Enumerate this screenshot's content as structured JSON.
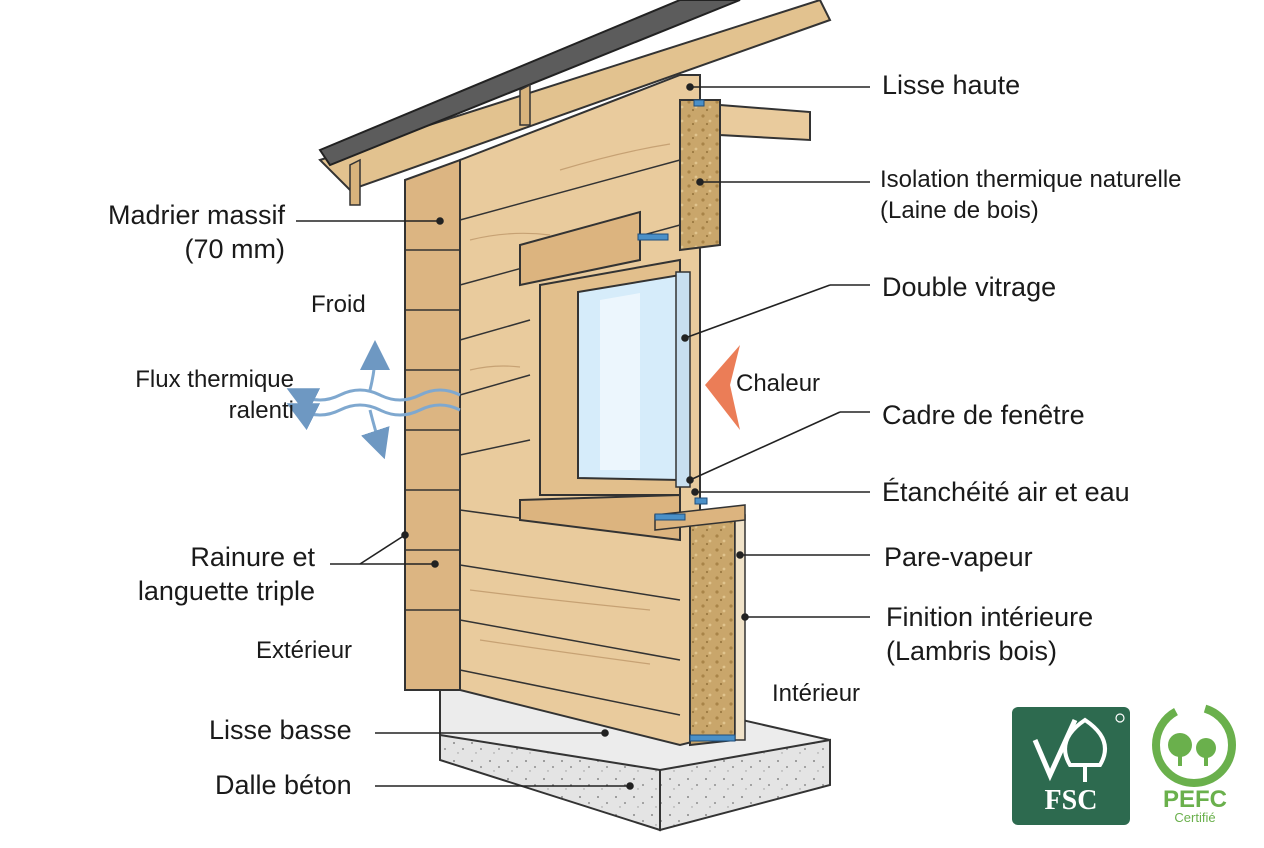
{
  "labels": {
    "lisse_haute": "Lisse haute",
    "isolation_l1": "Isolation thermique naturelle",
    "isolation_l2": "(Laine de bois)",
    "double_vitrage": "Double vitrage",
    "cadre": "Cadre de fenêtre",
    "etancheite": "Étanchéité air et eau",
    "pare_vapeur": "Pare-vapeur",
    "finition_l1": "Finition intérieure",
    "finition_l2": "(Lambris bois)",
    "madrier_l1": "Madrier massif",
    "madrier_l2": "(70 mm)",
    "froid": "Froid",
    "flux_l1": "Flux thermique",
    "flux_l2": "ralenti",
    "chaleur": "Chaleur",
    "rainure_l1": "Rainure et",
    "rainure_l2": "languette triple",
    "exterieur": "Extérieur",
    "interieur": "Intérieur",
    "lisse_basse": "Lisse basse",
    "dalle": "Dalle béton"
  },
  "logos": {
    "fsc": {
      "text": "FSC",
      "color": "#2d6a4f"
    },
    "pefc": {
      "text": "PEFC",
      "sub": "Certifié",
      "color": "#6ab04c"
    }
  },
  "colors": {
    "wood": "#e7c79a",
    "wood_dark": "#d1a972",
    "insulation": "#c9a56a",
    "glass": "#d6ecfa",
    "concrete": "#e3e3e3",
    "heat": "#e8663a",
    "cold": "#7fb3d8"
  }
}
